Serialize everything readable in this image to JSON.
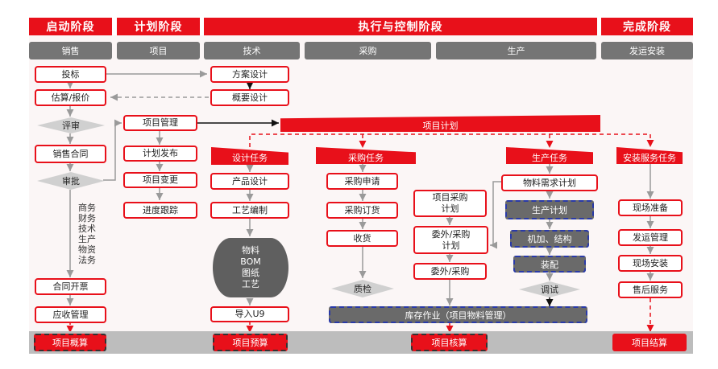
{
  "phases": [
    {
      "key": "start",
      "label": "启动阶段"
    },
    {
      "key": "plan",
      "label": "计划阶段"
    },
    {
      "key": "exec",
      "label": "执行与控制阶段"
    },
    {
      "key": "done",
      "label": "完成阶段"
    }
  ],
  "departments": {
    "sales": "销售",
    "project": "项目",
    "tech": "技术",
    "purchase": "采购",
    "production": "生产",
    "delivery": "发运安装"
  },
  "sales": {
    "bid": "投标",
    "quote": "估算/报价",
    "review": "评审",
    "contract": "销售合同",
    "approve": "审批",
    "approve_items": "商务\n财务\n技术\n生产\n物资\n法务",
    "invoice": "合同开票",
    "receivable": "应收管理"
  },
  "plan": {
    "pm": "项目管理",
    "release": "计划发布",
    "change": "项目变更",
    "tracking": "进度跟踪"
  },
  "project_plan_label": "项目计划",
  "tech": {
    "scheme": "方案设计",
    "outline": "概要设计",
    "task": "设计任务",
    "product": "产品设计",
    "process": "工艺编制",
    "docs": [
      "物料",
      "BOM",
      "图纸",
      "工艺"
    ],
    "import": "导入U9"
  },
  "purchase": {
    "task": "采购任务",
    "request": "采购申请",
    "order": "采购订货",
    "receive": "收货",
    "qc": "质检",
    "proj_purchase": "项目采购\n计划",
    "outsource_plan": "委外/采购\n计划",
    "outsource": "委外/采购"
  },
  "production": {
    "task": "生产任务",
    "mrp": "物料需求计划",
    "prod_plan": "生产计划",
    "machining": "机加、结构",
    "assembly": "装配",
    "debug": "调试"
  },
  "inventory": "库存作业（项目物料管理）",
  "delivery": {
    "task": "安装服务任务",
    "prep": "现场准备",
    "ship": "发运管理",
    "install": "现场安装",
    "service": "售后服务"
  },
  "finance": {
    "estimate": "项目概算",
    "budget": "项目预算",
    "check": "项目核算",
    "settle": "项目结算"
  },
  "colors": {
    "accent": "#e8101a",
    "gray": "#757575",
    "dark": "#5f5f5f",
    "dash": "#2a3aa8"
  }
}
